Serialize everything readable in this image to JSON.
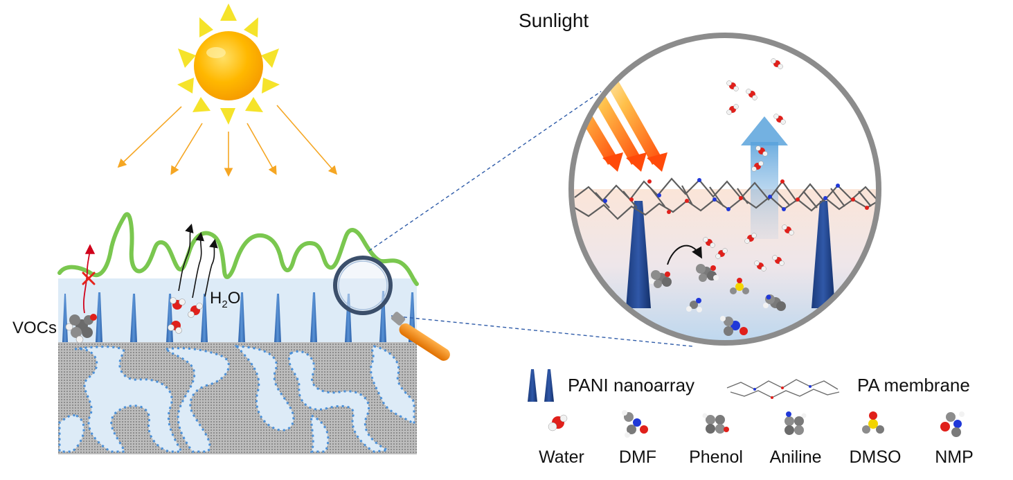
{
  "labels": {
    "sunlight": "Sunlight",
    "vocs": "VOCs",
    "h2o_main": "H",
    "h2o_sub": "2",
    "h2o_end": "O"
  },
  "legend": {
    "pani": "PANI nanoarray",
    "pa": "PA membrane",
    "molecules": [
      "Water",
      "DMF",
      "Phenol",
      "Aniline",
      "DMSO",
      "NMP"
    ]
  },
  "colors": {
    "sun": "#FFB800",
    "sun_ray": "#F5E32A",
    "arrow": "#F5A623",
    "membrane_line": "#7AC74F",
    "nanoarray": "#2E6DB4",
    "nanoarray_dark": "#1C3B7A",
    "pore_fill": "#DDEBF7",
    "substrate": "#A6A6A6",
    "blocked_arrow": "#D0021B",
    "lens_rim": "#7F7F7F"
  }
}
